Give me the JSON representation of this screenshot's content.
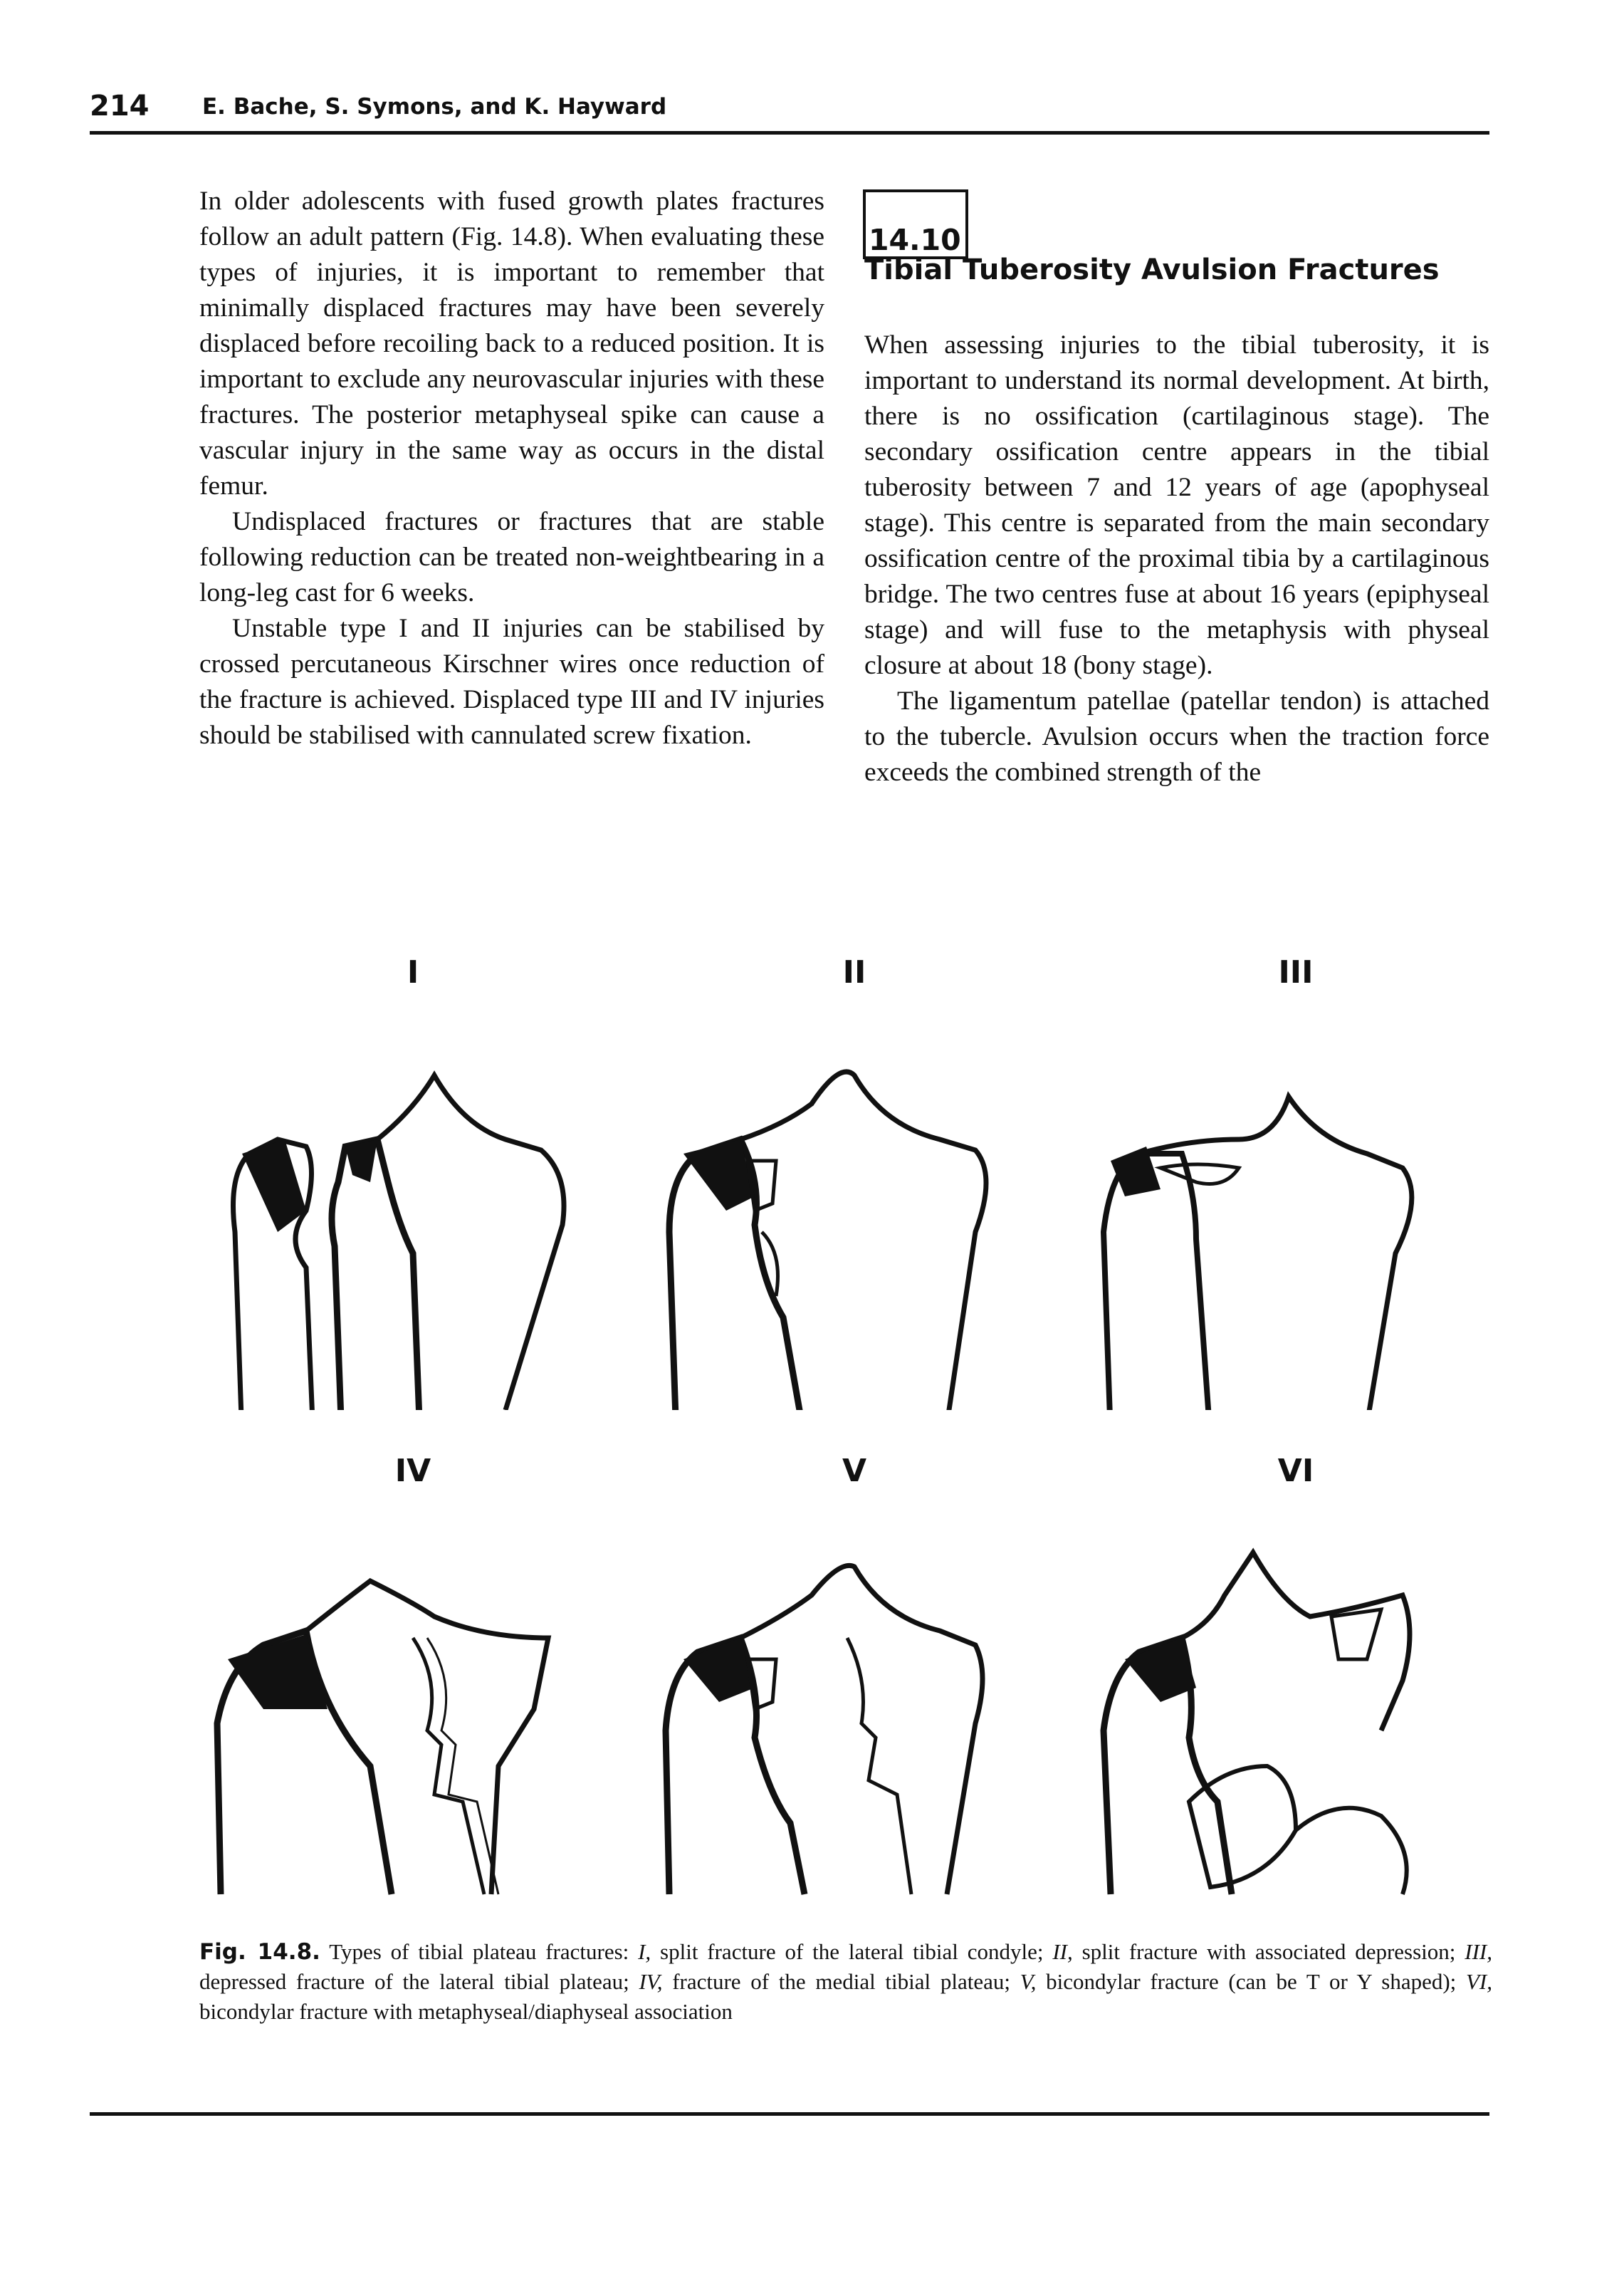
{
  "running_head": {
    "page_number": "214",
    "authors": "E. Bache, S. Symons, and K. Hayward"
  },
  "left_column": {
    "paragraphs": [
      "In older adolescents with fused growth plates fractures follow an adult pattern (Fig. 14.8). When evaluating these types of injuries, it is important to remember that minimally displaced fractures may have been severely displaced before recoiling back to a reduced position. It is important to exclude any neurovascular injuries with these fractures. The posterior metaphyseal spike can cause a vascular injury in the same way as occurs in the distal femur.",
      "Undisplaced fractures or fractures that are stable following reduction can be treated non-weightbearing in a long-leg cast for 6 weeks.",
      "Unstable type I and II injuries can be stabilised by crossed percutaneous Kirschner wires once reduction of the fracture is achieved. Displaced type III and IV injuries should be stabilised with cannulated screw fixation."
    ]
  },
  "section": {
    "number": "14.10",
    "title": "Tibial Tuberosity Avulsion Fractures",
    "paragraphs": [
      "When assessing injuries to the tibial tuberosity, it is important to understand its normal development. At birth, there is no ossification (cartilaginous stage). The secondary ossification centre appears in the tibial tuberosity between 7 and 12 years of age (apophyseal stage). This centre is separated from the main secondary ossification centre of the proximal tibia by a cartilaginous bridge. The two centres fuse at about 16 years (epiphyseal stage) and will fuse to the metaphysis with physeal closure at about 18 (bony stage).",
      "The ligamentum patellae (patellar tendon) is attached to the tubercle. Avulsion occurs when the traction force exceeds the combined strength of the"
    ]
  },
  "figure": {
    "panels": [
      {
        "label": "I",
        "icon": "split-lateral-condyle-fracture-drawing"
      },
      {
        "label": "II",
        "icon": "split-depression-fracture-drawing"
      },
      {
        "label": "III",
        "icon": "depressed-lateral-plateau-fracture-drawing"
      },
      {
        "label": "IV",
        "icon": "medial-plateau-fracture-drawing"
      },
      {
        "label": "V",
        "icon": "bicondylar-fracture-drawing"
      },
      {
        "label": "VI",
        "icon": "bicondylar-metaphyseal-fracture-drawing"
      }
    ],
    "caption": {
      "label": "Fig. 14.8.",
      "segments": [
        {
          "text": " Types of tibial plateau fractures: ",
          "italic": false
        },
        {
          "text": "I,",
          "italic": true
        },
        {
          "text": " split fracture of the lateral tibial condyle; ",
          "italic": false
        },
        {
          "text": "II,",
          "italic": true
        },
        {
          "text": " split fracture with associated depression; ",
          "italic": false
        },
        {
          "text": "III,",
          "italic": true
        },
        {
          "text": " depressed fracture of the lateral tibial plateau; ",
          "italic": false
        },
        {
          "text": "IV,",
          "italic": true
        },
        {
          "text": " fracture of the medial tibial plateau; ",
          "italic": false
        },
        {
          "text": "V,",
          "italic": true
        },
        {
          "text": " bicondylar fracture (can be T or Y shaped); ",
          "italic": false
        },
        {
          "text": "VI,",
          "italic": true
        },
        {
          "text": " bicondylar fracture with metaphyseal/diaphyseal association",
          "italic": false
        }
      ]
    }
  }
}
